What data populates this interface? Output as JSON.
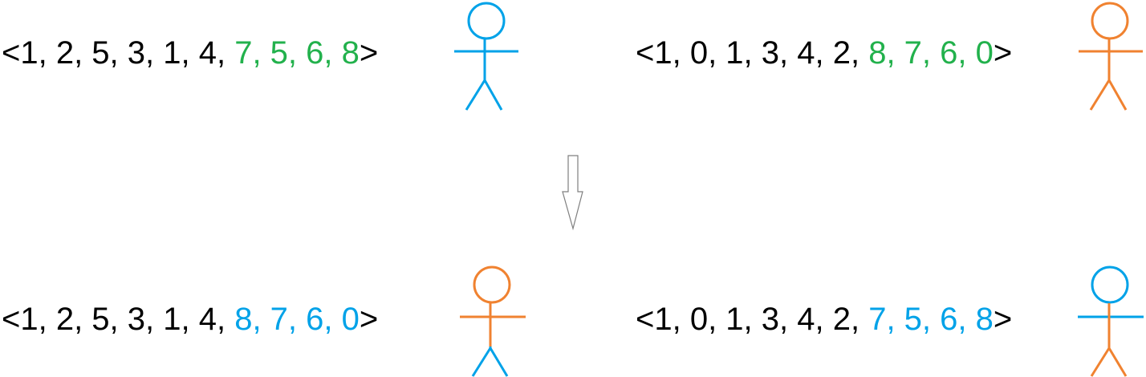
{
  "colors": {
    "black": "#000000",
    "green": "#22b14c",
    "blue": "#00a2e8",
    "orange": "#f08230",
    "arrow_stroke": "#7f7f7f"
  },
  "top_left": {
    "open": "<",
    "head": "1, 2, 5, 3, 1, 4, ",
    "tail": "7, 5, 6, 8",
    "close": ">",
    "tail_color": "green",
    "figure": {
      "head_color": "blue",
      "body_color": "blue",
      "legs_color": "blue"
    }
  },
  "top_right": {
    "open": "<",
    "head": "1, 0, 1, 3, 4, 2, ",
    "tail": "8, 7, 6, 0",
    "close": ">",
    "tail_color": "green",
    "figure": {
      "head_color": "orange",
      "body_color": "orange",
      "legs_color": "orange"
    }
  },
  "bottom_left": {
    "open": "<",
    "head": "1, 2, 5, 3, 1, 4, ",
    "tail": "8, 7, 6, 0",
    "close": ">",
    "tail_color": "blue",
    "figure": {
      "head_color": "orange",
      "body_color": "orange",
      "legs_color": "blue"
    }
  },
  "bottom_right": {
    "open": "<",
    "head": "1, 0, 1, 3, 4, 2, ",
    "tail": "7, 5, 6, 8",
    "close": ">",
    "tail_color": "blue",
    "figure": {
      "head_color": "blue",
      "body_color": "blue",
      "legs_color": "orange"
    }
  },
  "transition_arrow": {
    "direction": "down",
    "icon": "down-arrow-icon"
  }
}
